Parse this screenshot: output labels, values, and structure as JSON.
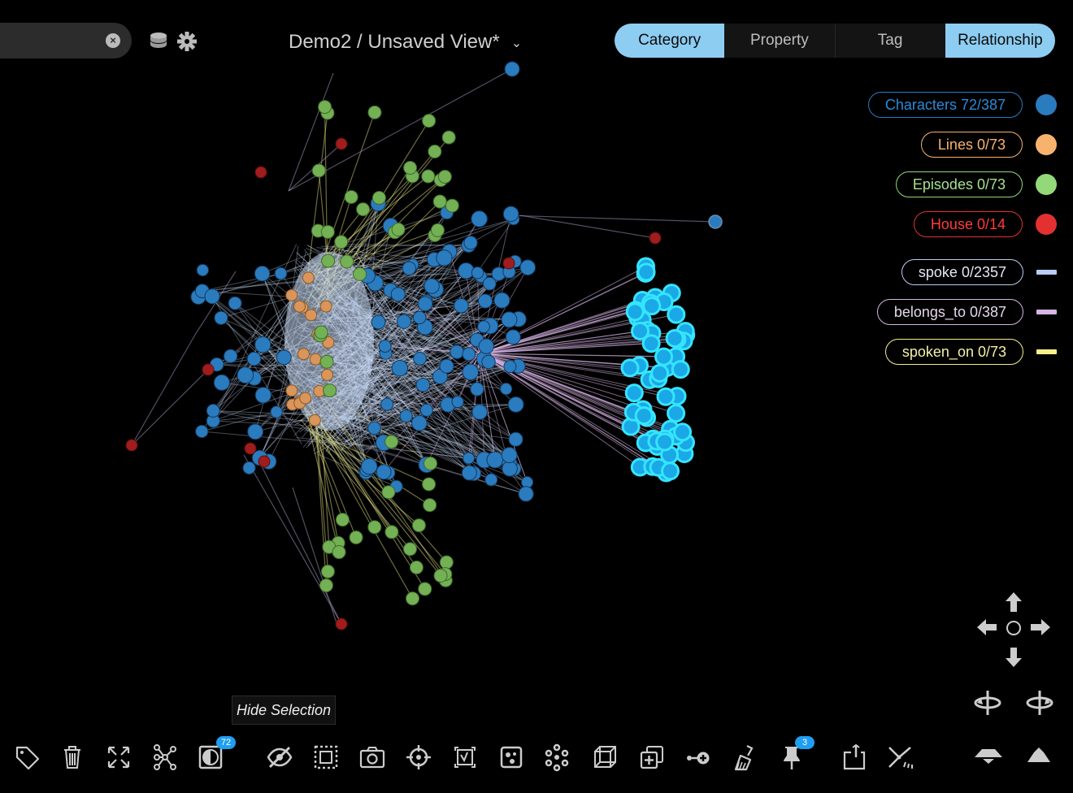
{
  "search": {
    "value": "",
    "placeholder": "",
    "clear_label": "×"
  },
  "header": {
    "view_title": "Demo2 / Unsaved View*"
  },
  "tabs": [
    {
      "label": "Category",
      "active": true
    },
    {
      "label": "Property",
      "active": false
    },
    {
      "label": "Tag",
      "active": false
    },
    {
      "label": "Relationship",
      "active": true
    }
  ],
  "legend": {
    "categories": [
      {
        "label": "Characters 72/387",
        "color": "#2b7bbf"
      },
      {
        "label": "Lines 0/73",
        "color": "#f7b36e"
      },
      {
        "label": "Episodes 0/73",
        "color": "#93d979"
      },
      {
        "label": "House 0/14",
        "color": "#e33131"
      }
    ],
    "relationships": [
      {
        "label": "spoke 0/2357",
        "color": "#b8cdf5",
        "text_color": "#e3e8f2"
      },
      {
        "label": "belongs_to 0/387",
        "color": "#d7b5e6",
        "text_color": "#e4d7ea"
      },
      {
        "label": "spoken_on 0/73",
        "color": "#f5f08a",
        "text_color": "#f3f1a7"
      }
    ]
  },
  "tooltip": "Hide Selection",
  "toolbar": {
    "icons": [
      "tag-icon",
      "trash-icon",
      "expand-icon",
      "graph-expand-icon",
      "invert-selection-icon",
      "hide-icon",
      "select-box-icon",
      "camera-icon",
      "target-icon",
      "select-inside-icon",
      "select-group-icon",
      "cluster-icon",
      "cube-icon",
      "add-layer-icon",
      "add-node-icon",
      "brush-icon",
      "pin-icon",
      "dismiss-icon",
      "edge-icon"
    ],
    "invert_badge": "72",
    "pin_badge": "3"
  },
  "navigation": {
    "icons": [
      "pan-up-icon",
      "pan-left-icon",
      "center-icon",
      "pan-right-icon",
      "pan-down-icon",
      "rotate-left-icon",
      "rotate-right-icon",
      "tilt-down-icon",
      "tilt-up-icon"
    ]
  }
}
